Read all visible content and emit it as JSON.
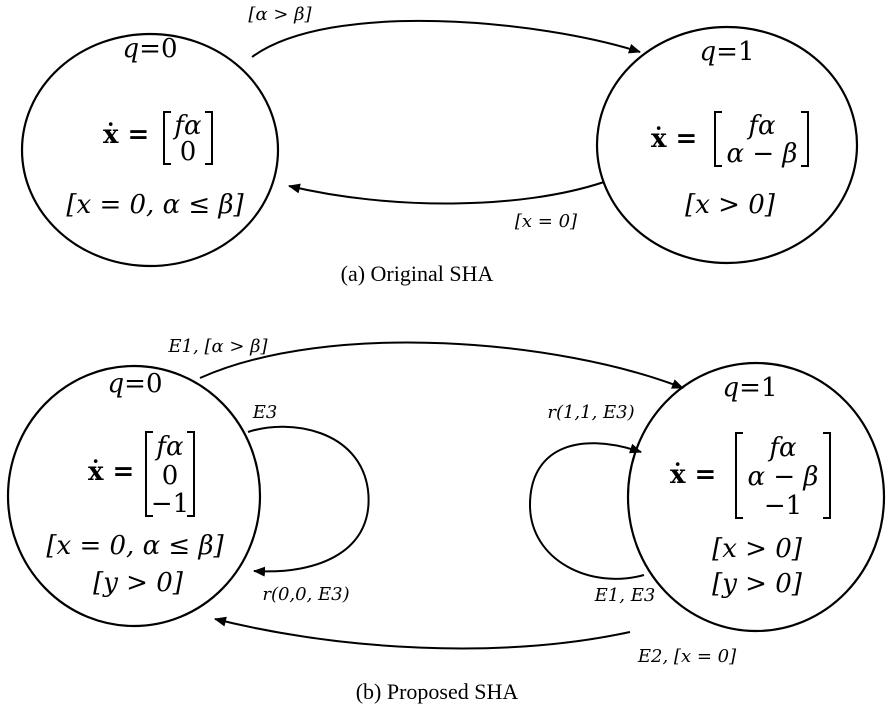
{
  "diagram_a": {
    "caption": "(a)   Original SHA",
    "state0": {
      "label_var": "q",
      "label_eq": "=0",
      "lhs": "ẋ =",
      "matrix": [
        "fα",
        "0"
      ],
      "invariant": "[x = 0, α ≤ β]"
    },
    "state1": {
      "label_var": "q",
      "label_eq": "=1",
      "lhs": "ẋ =",
      "matrix": [
        "fα",
        "α − β"
      ],
      "invariant": "[x > 0]"
    },
    "edge_0_to_1": "[α > β]",
    "edge_1_to_0": "[x = 0]"
  },
  "diagram_b": {
    "caption": "(b)   Proposed SHA",
    "state0": {
      "label_var": "q",
      "label_eq": "=0",
      "lhs": "ẋ =",
      "matrix": [
        "fα",
        "0",
        "−1"
      ],
      "invariant1": "[x = 0, α ≤ β]",
      "invariant2": "[y > 0]"
    },
    "state1": {
      "label_var": "q",
      "label_eq": "=1",
      "lhs": "ẋ =",
      "matrix": [
        "fα",
        "α − β",
        "−1"
      ],
      "invariant1": "[x > 0]",
      "invariant2": "[y > 0]"
    },
    "edge_0_to_1": "E1, [α > β]",
    "edge_1_to_0": "E2, [x = 0]",
    "loop0_guard": "E3",
    "loop0_reset": "r(0,0, E3)",
    "loop1_guard": "E1, E3",
    "loop1_reset": "r(1,1, E3)"
  }
}
